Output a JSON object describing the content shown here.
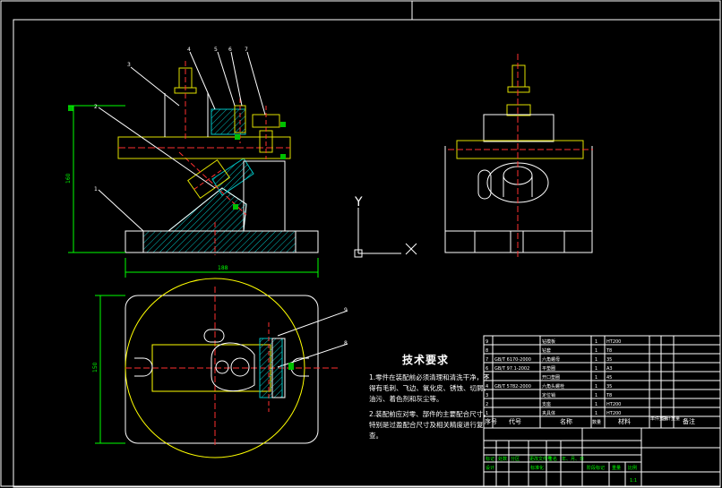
{
  "drawing": {
    "colors": {
      "background": "#000000",
      "outline": "#ffffff",
      "part_green": "#00c000",
      "hatch_cyan": "#00c0c0",
      "dim_green": "#00ff00",
      "center_red": "#ff3030",
      "circle_yellow": "#ffff00",
      "mechanism_yellow": "#e0e000"
    },
    "balloons": [
      "3",
      "4",
      "5",
      "6",
      "7",
      "2",
      "1",
      "9",
      "8"
    ],
    "dimensions": {
      "overall_height": "160",
      "base_width": "188",
      "plan_height": "150"
    },
    "ucs": {
      "y_axis_label": "Y"
    }
  },
  "technical_requirements": {
    "title": "技术要求",
    "lines": [
      "1.零件在装配前必须清理和清洗干净，不",
      "得有毛刺、飞边、氧化皮、锈蚀、切屑、",
      "油污、着色剂和灰尘等。",
      "2.装配前应对零、部件的主要配合尺寸，",
      "特别是过盈配合尺寸及相关精度进行复",
      "查。"
    ]
  },
  "title_block": {
    "header": {
      "number": "序号",
      "code": "代号",
      "name": "名称",
      "qty": "数量",
      "material": "材料",
      "unit_weight": "单件重量",
      "total_weight": "总计重量",
      "remark": "备注"
    },
    "rows": [
      {
        "no": "9",
        "code": "",
        "name": "钻模板",
        "qty": "1",
        "material": "HT200"
      },
      {
        "no": "8",
        "code": "",
        "name": "钻套",
        "qty": "1",
        "material": "T8"
      },
      {
        "no": "7",
        "code": "GB/T 6170-2000",
        "name": "六角螺母",
        "qty": "1",
        "material": "35"
      },
      {
        "no": "6",
        "code": "GB/T 97.1-2002",
        "name": "平垫圈",
        "qty": "1",
        "material": "A3"
      },
      {
        "no": "5",
        "code": "",
        "name": "开口垫圈",
        "qty": "1",
        "material": "45"
      },
      {
        "no": "4",
        "code": "GB/T 5782-2000",
        "name": "六角头螺栓",
        "qty": "1",
        "material": "35"
      },
      {
        "no": "3",
        "code": "",
        "name": "定位销",
        "qty": "1",
        "material": "T8"
      },
      {
        "no": "2",
        "code": "",
        "name": "支座",
        "qty": "1",
        "material": "HT200"
      },
      {
        "no": "1",
        "code": "",
        "name": "夹具体",
        "qty": "1",
        "material": "HT200"
      }
    ],
    "signatures": [
      "标记",
      "处数",
      "分区",
      "更改文件号",
      "签名",
      "年、月、日",
      "设计",
      "标准化"
    ],
    "stage": "阶段标记",
    "weight": "重量",
    "scale_label": "比例",
    "scale_value": "1:1"
  }
}
